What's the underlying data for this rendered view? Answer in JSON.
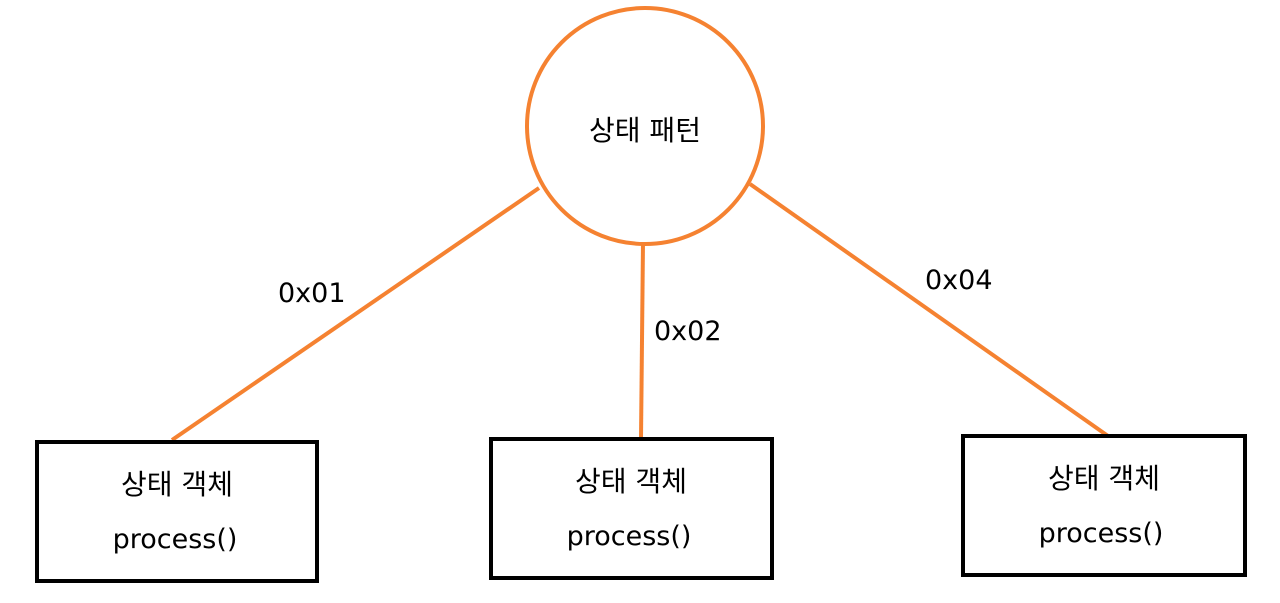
{
  "colors": {
    "edge": "#f58231",
    "root_stroke": "#f58231",
    "box_stroke": "#000000",
    "text": "#000000",
    "background": "#ffffff"
  },
  "root": {
    "label": "상태 패턴"
  },
  "edges": [
    {
      "label": "0x01"
    },
    {
      "label": "0x02"
    },
    {
      "label": "0x04"
    }
  ],
  "children": [
    {
      "title": "상태 객체",
      "method": "process()"
    },
    {
      "title": "상태 객체",
      "method": "process()"
    },
    {
      "title": "상태 객체",
      "method": "process()"
    }
  ]
}
